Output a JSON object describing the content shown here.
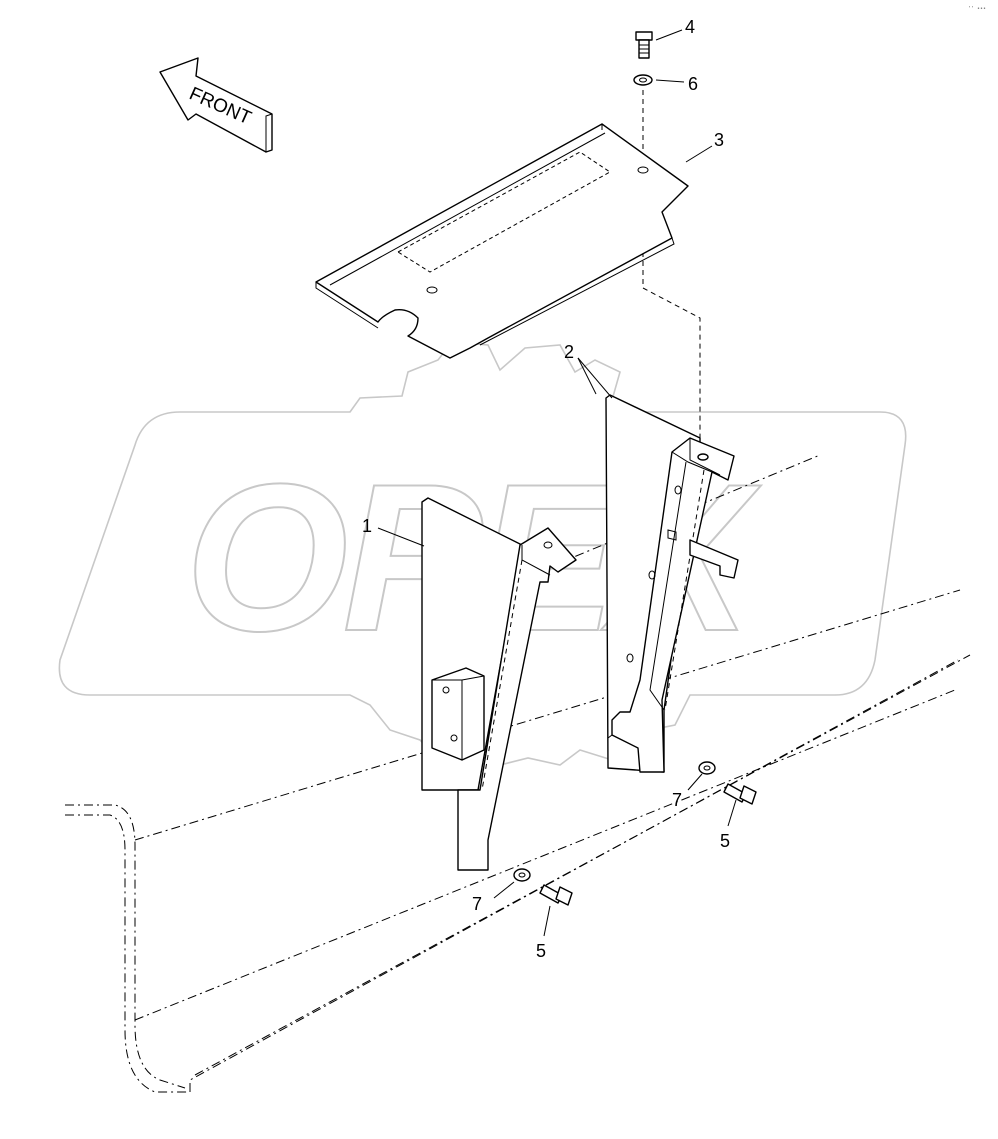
{
  "diagram": {
    "direction_arrow_label": "FRONT",
    "watermark_text": "OPEX",
    "corner_mark": "’’ •••",
    "callouts": [
      {
        "id": "c1",
        "label": "1"
      },
      {
        "id": "c2",
        "label": "2"
      },
      {
        "id": "c3",
        "label": "3"
      },
      {
        "id": "c4",
        "label": "4"
      },
      {
        "id": "c5a",
        "label": "5"
      },
      {
        "id": "c5b",
        "label": "5"
      },
      {
        "id": "c6",
        "label": "6"
      },
      {
        "id": "c7a",
        "label": "7"
      },
      {
        "id": "c7b",
        "label": "7"
      }
    ]
  }
}
